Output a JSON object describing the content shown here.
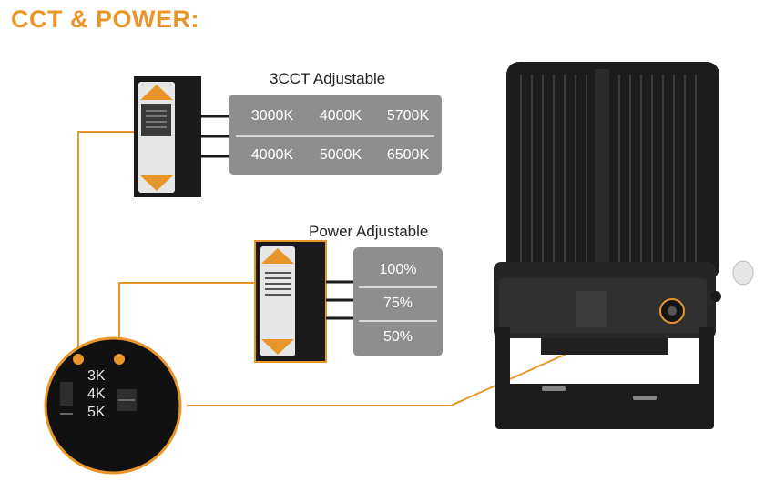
{
  "title": "CCT & POWER:",
  "cct": {
    "label": "3CCT Adjustable",
    "row1": [
      "3000K",
      "4000K",
      "5700K"
    ],
    "row2": [
      "4000K",
      "5000K",
      "6500K"
    ]
  },
  "power": {
    "label": "Power Adjustable",
    "values": [
      "100%",
      "75%",
      "50%"
    ]
  },
  "closeup": {
    "labels": [
      "3K",
      "4K",
      "5K"
    ]
  },
  "colors": {
    "accent": "#e8962a",
    "panel": "#8e8e8e",
    "switch_bg": "#1a1a1a"
  }
}
